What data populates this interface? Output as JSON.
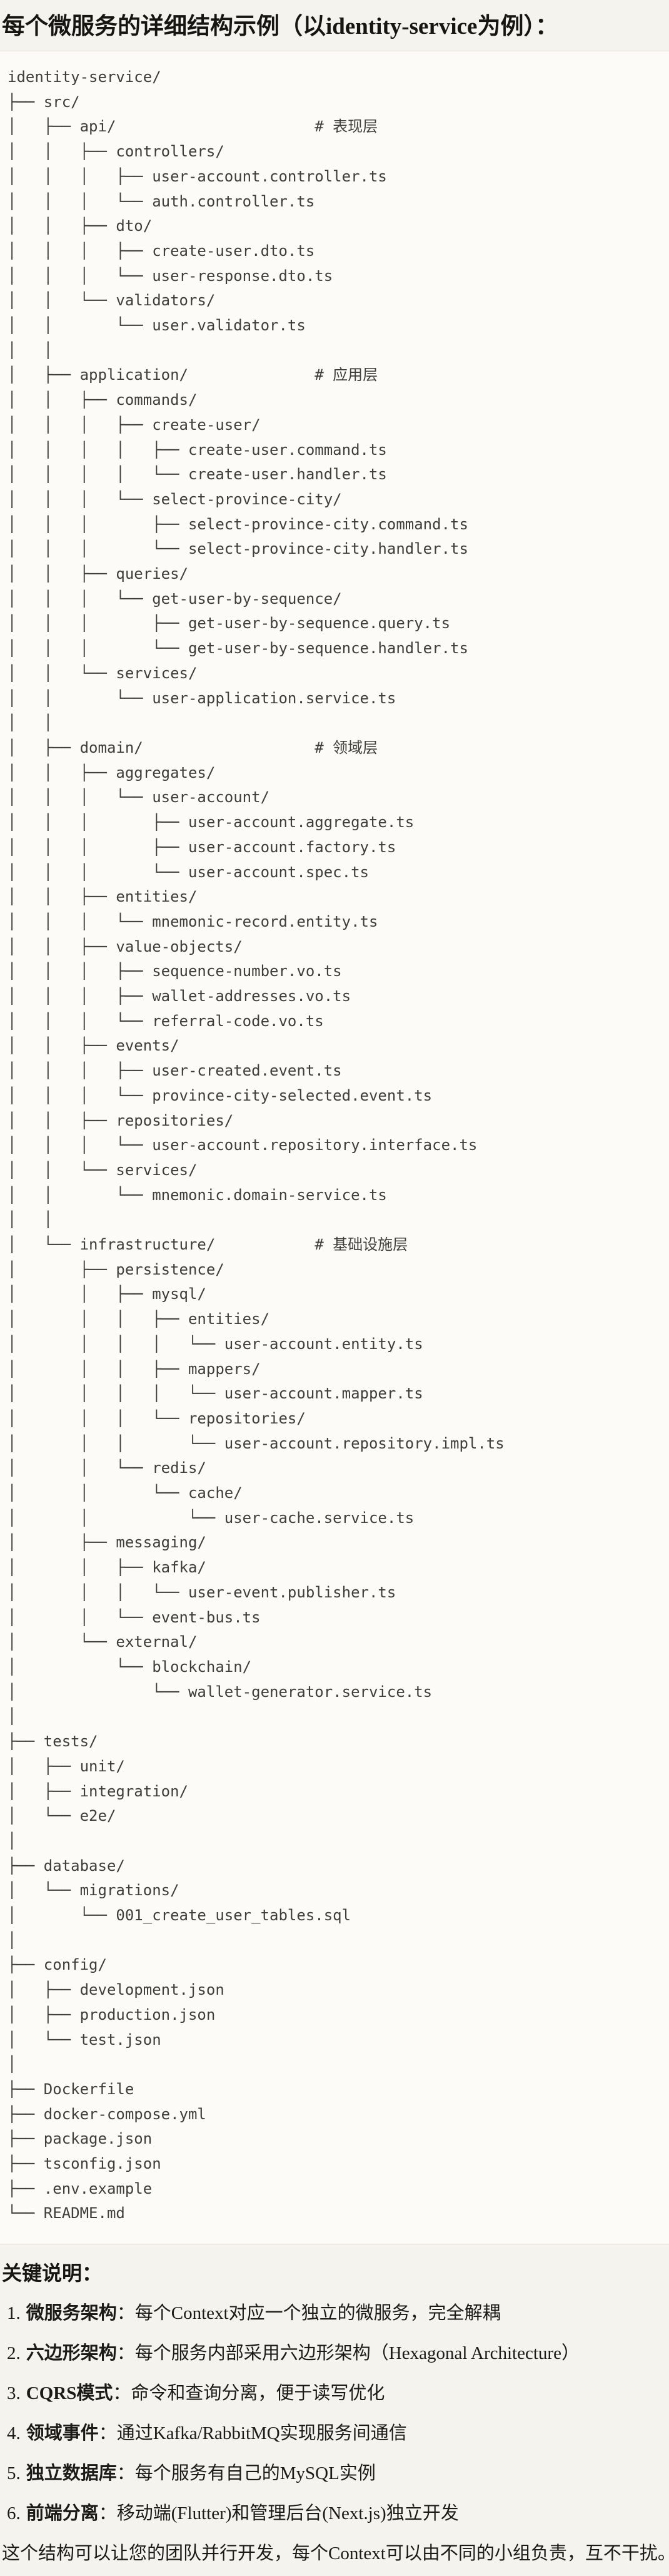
{
  "title": "每个微服务的详细结构示例（以identity-service为例）：",
  "tree": {
    "lines": [
      "identity-service/",
      "├── src/",
      "│   ├── api/                      # 表现层",
      "│   │   ├── controllers/",
      "│   │   │   ├── user-account.controller.ts",
      "│   │   │   └── auth.controller.ts",
      "│   │   ├── dto/",
      "│   │   │   ├── create-user.dto.ts",
      "│   │   │   └── user-response.dto.ts",
      "│   │   └── validators/",
      "│   │       └── user.validator.ts",
      "│   │",
      "│   ├── application/              # 应用层",
      "│   │   ├── commands/",
      "│   │   │   ├── create-user/",
      "│   │   │   │   ├── create-user.command.ts",
      "│   │   │   │   └── create-user.handler.ts",
      "│   │   │   └── select-province-city/",
      "│   │   │       ├── select-province-city.command.ts",
      "│   │   │       └── select-province-city.handler.ts",
      "│   │   ├── queries/",
      "│   │   │   └── get-user-by-sequence/",
      "│   │   │       ├── get-user-by-sequence.query.ts",
      "│   │   │       └── get-user-by-sequence.handler.ts",
      "│   │   └── services/",
      "│   │       └── user-application.service.ts",
      "│   │",
      "│   ├── domain/                   # 领域层",
      "│   │   ├── aggregates/",
      "│   │   │   └── user-account/",
      "│   │   │       ├── user-account.aggregate.ts",
      "│   │   │       ├── user-account.factory.ts",
      "│   │   │       └── user-account.spec.ts",
      "│   │   ├── entities/",
      "│   │   │   └── mnemonic-record.entity.ts",
      "│   │   ├── value-objects/",
      "│   │   │   ├── sequence-number.vo.ts",
      "│   │   │   ├── wallet-addresses.vo.ts",
      "│   │   │   └── referral-code.vo.ts",
      "│   │   ├── events/",
      "│   │   │   ├── user-created.event.ts",
      "│   │   │   └── province-city-selected.event.ts",
      "│   │   ├── repositories/",
      "│   │   │   └── user-account.repository.interface.ts",
      "│   │   └── services/",
      "│   │       └── mnemonic.domain-service.ts",
      "│   │",
      "│   └── infrastructure/           # 基础设施层",
      "│       ├── persistence/",
      "│       │   ├── mysql/",
      "│       │   │   ├── entities/",
      "│       │   │   │   └── user-account.entity.ts",
      "│       │   │   ├── mappers/",
      "│       │   │   │   └── user-account.mapper.ts",
      "│       │   │   └── repositories/",
      "│       │   │       └── user-account.repository.impl.ts",
      "│       │   └── redis/",
      "│       │       └── cache/",
      "│       │           └── user-cache.service.ts",
      "│       ├── messaging/",
      "│       │   ├── kafka/",
      "│       │   │   └── user-event.publisher.ts",
      "│       │   └── event-bus.ts",
      "│       └── external/",
      "│           └── blockchain/",
      "│               └── wallet-generator.service.ts",
      "│",
      "├── tests/",
      "│   ├── unit/",
      "│   ├── integration/",
      "│   └── e2e/",
      "│",
      "├── database/",
      "│   └── migrations/",
      "│       └── 001_create_user_tables.sql",
      "│",
      "├── config/",
      "│   ├── development.json",
      "│   ├── production.json",
      "│   └── test.json",
      "│",
      "├── Dockerfile",
      "├── docker-compose.yml",
      "├── package.json",
      "├── tsconfig.json",
      "├── .env.example",
      "└── README.md"
    ]
  },
  "notes": {
    "heading": "关键说明：",
    "items": [
      {
        "num": "1.",
        "label": "微服务架构",
        "text": "：每个Context对应一个独立的微服务，完全解耦"
      },
      {
        "num": "2.",
        "label": "六边形架构",
        "text": "：每个服务内部采用六边形架构（Hexagonal Architecture）"
      },
      {
        "num": "3.",
        "label": "CQRS模式",
        "text": "：命令和查询分离，便于读写优化"
      },
      {
        "num": "4.",
        "label": "领域事件",
        "text": "：通过Kafka/RabbitMQ实现服务间通信"
      },
      {
        "num": "5.",
        "label": "独立数据库",
        "text": "：每个服务有自己的MySQL实例"
      },
      {
        "num": "6.",
        "label": "前端分离",
        "text": "：移动端(Flutter)和管理后台(Next.js)独立开发"
      }
    ],
    "footer": "这个结构可以让您的团队并行开发，每个Context可以由不同的小组负责，互不干扰。"
  },
  "colors": {
    "page_bg": "#f5f3ee",
    "code_bg": "#fcfbf7",
    "divider": "#dcd9d3",
    "tree_text": "#3f3e3a",
    "text": "#1b1a17"
  }
}
